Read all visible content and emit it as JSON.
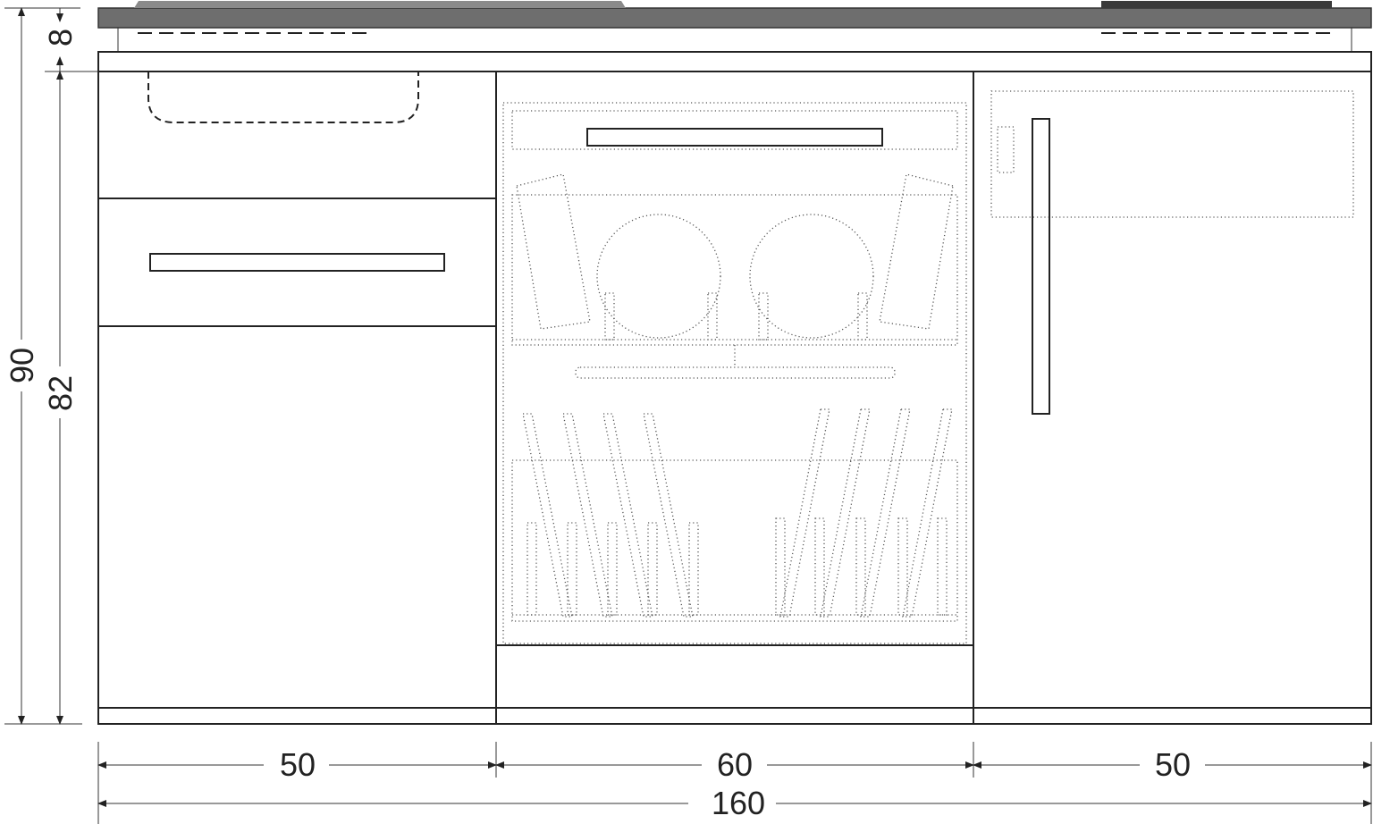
{
  "dimensions": {
    "top_height": "8",
    "total_height": "90",
    "cabinet_height": "82",
    "left_width": "50",
    "middle_width": "60",
    "right_width": "50",
    "total_width": "160"
  },
  "colors": {
    "countertop": "#6e6e6e",
    "hob": "#3a3a3a",
    "lines": "#222222",
    "background": "#ffffff"
  }
}
